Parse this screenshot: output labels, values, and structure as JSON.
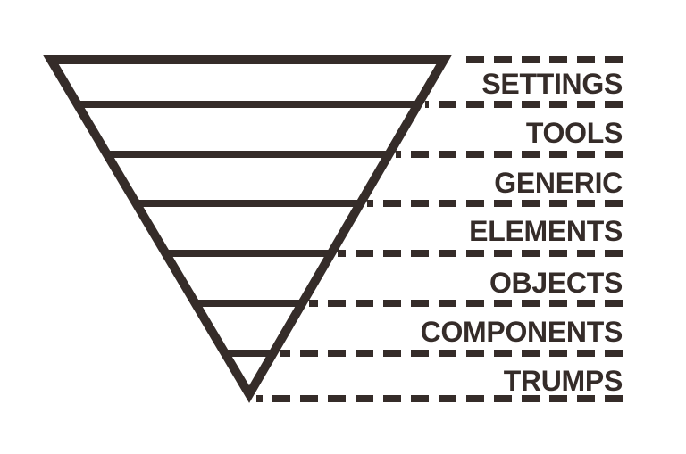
{
  "diagram": {
    "type": "inverted-pyramid",
    "ink_color": "#352c29",
    "background_color": "#ffffff",
    "levels": [
      {
        "label": "SETTINGS"
      },
      {
        "label": "TOOLS"
      },
      {
        "label": "GENERIC"
      },
      {
        "label": "ELEMENTS"
      },
      {
        "label": "OBJECTS"
      },
      {
        "label": "COMPONENTS"
      },
      {
        "label": "TRUMPS"
      }
    ]
  }
}
